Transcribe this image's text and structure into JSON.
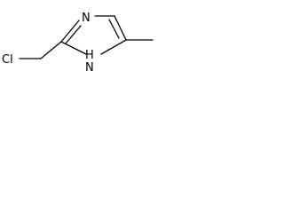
{
  "molecule": {
    "atoms": {
      "chlorine": "Cl",
      "ring_nitrogen_top": "N",
      "ring_nh_label": "NH",
      "ring_nh_h": "H",
      "ring_nh_n": "N"
    },
    "bond_color": "#000000"
  }
}
